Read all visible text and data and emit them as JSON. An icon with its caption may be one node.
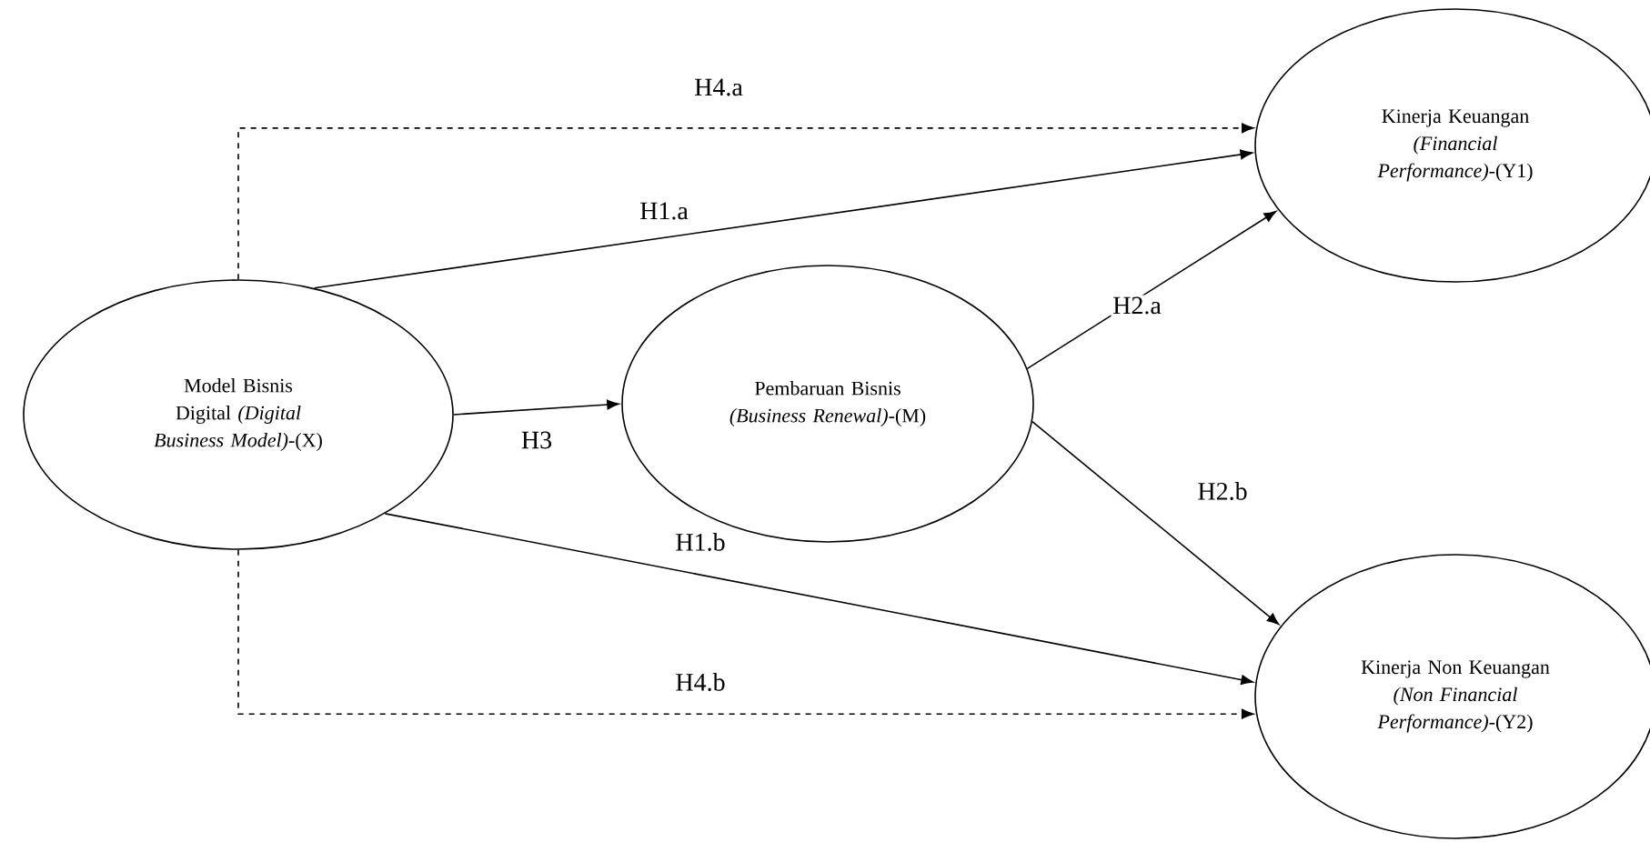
{
  "diagram": {
    "nodes": [
      {
        "text": [
          "Model Bisnis Digital *(Digital Business Model)*-(X)"
        ]
      },
      {
        "text": [
          "Pembaruan Bisnis *(Business Renewal)*-(M)"
        ]
      },
      {
        "text": [
          "Kinerja Keuangan *(Financial Performance)*-(Y1)"
        ]
      },
      {
        "text": [
          "Kinerja Non Keuangan *(Non Financial Performance)*-(Y2)"
        ]
      }
    ],
    "edges": [
      {
        "from": 0,
        "to": 2,
        "arrow": "to",
        "label": "H4.a",
        "style": "dashed"
      },
      {
        "from": 0,
        "to": 2,
        "arrow": "to",
        "label": "H1.a"
      },
      {
        "from": 0,
        "to": 1,
        "arrow": "to",
        "label": "H3"
      },
      {
        "from": 1,
        "to": 2,
        "arrow": "to",
        "label": "H2.a"
      },
      {
        "from": 1,
        "to": 3,
        "arrow": "to",
        "label": "H2.b"
      },
      {
        "from": 0,
        "to": 3,
        "arrow": "to",
        "label": "H1.b"
      },
      {
        "from": 0,
        "to": 3,
        "arrow": "to",
        "label": "H4.b",
        "style": "dashed"
      }
    ]
  }
}
